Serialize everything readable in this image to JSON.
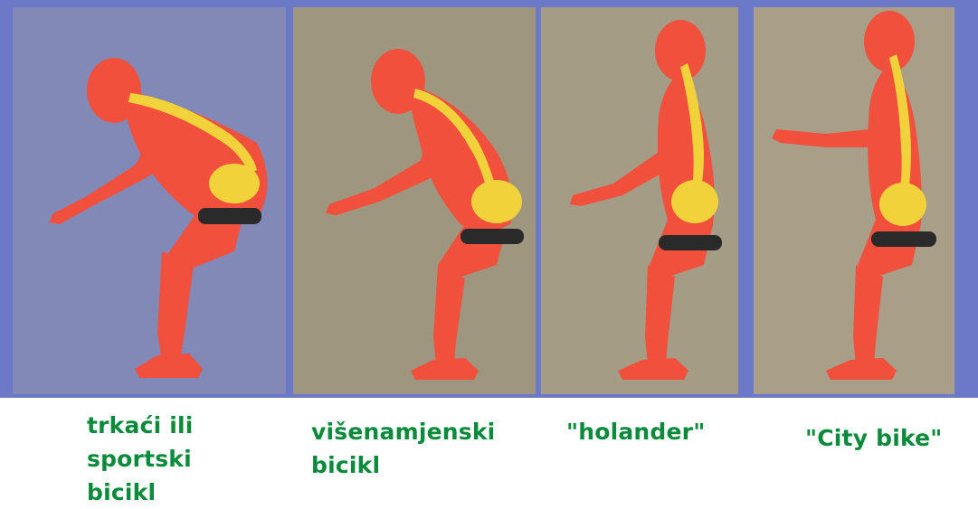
{
  "panels": [
    {
      "caption": "trkaći ili\nsportski\nbicikl",
      "background": "#8088b8"
    },
    {
      "caption": "višenamjenski\nbicikl",
      "background": "#a0967e"
    },
    {
      "caption": "\"holander\"",
      "background": "#a39a84"
    },
    {
      "caption": "\"City bike\"",
      "background": "#a89e88"
    }
  ],
  "colors": {
    "caption_text": "#0a8a3a",
    "body": "#f0503c",
    "spine": "#f2d23a",
    "saddle": "#2a2a2a",
    "frame": "#6c78c8"
  }
}
